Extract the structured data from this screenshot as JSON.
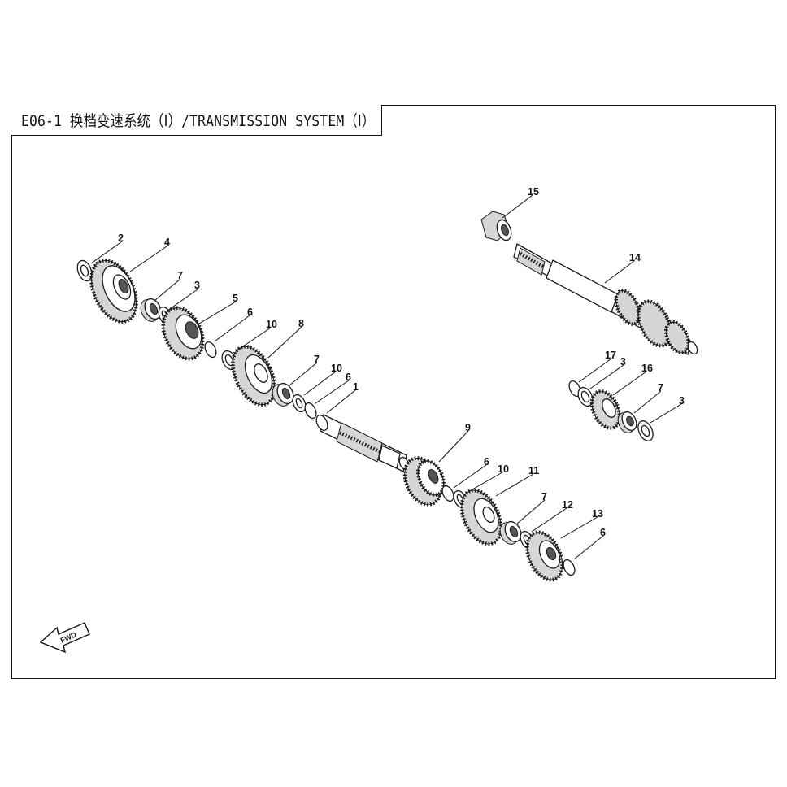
{
  "header": {
    "title": "E06-1 换档变速系统（Ⅰ）/TRANSMISSION SYSTEM（Ⅰ）"
  },
  "fwd_label": "FWD",
  "callouts": [
    {
      "id": "c2",
      "label": "2"
    },
    {
      "id": "c4",
      "label": "4"
    },
    {
      "id": "c7a",
      "label": "7"
    },
    {
      "id": "c3a",
      "label": "3"
    },
    {
      "id": "c5",
      "label": "5"
    },
    {
      "id": "c6a",
      "label": "6"
    },
    {
      "id": "c10a",
      "label": "10"
    },
    {
      "id": "c8",
      "label": "8"
    },
    {
      "id": "c7b",
      "label": "7"
    },
    {
      "id": "c10b",
      "label": "10"
    },
    {
      "id": "c6b",
      "label": "6"
    },
    {
      "id": "c1",
      "label": "1"
    },
    {
      "id": "c9",
      "label": "9"
    },
    {
      "id": "c6c",
      "label": "6"
    },
    {
      "id": "c10c",
      "label": "10"
    },
    {
      "id": "c11",
      "label": "11"
    },
    {
      "id": "c7c",
      "label": "7"
    },
    {
      "id": "c12",
      "label": "12"
    },
    {
      "id": "c13",
      "label": "13"
    },
    {
      "id": "c6d",
      "label": "6"
    },
    {
      "id": "c15",
      "label": "15"
    },
    {
      "id": "c14",
      "label": "14"
    },
    {
      "id": "c17",
      "label": "17"
    },
    {
      "id": "c3b",
      "label": "3"
    },
    {
      "id": "c16",
      "label": "16"
    },
    {
      "id": "c7d",
      "label": "7"
    },
    {
      "id": "c3c",
      "label": "3"
    }
  ]
}
